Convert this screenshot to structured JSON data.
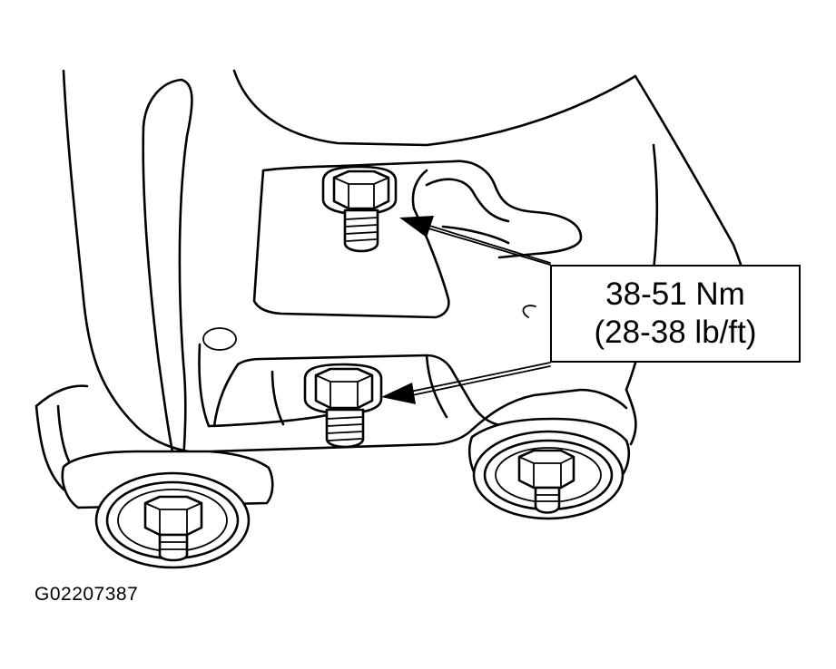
{
  "callout": {
    "torque_nm": "38-51 Nm",
    "torque_lbft": "(28-38 lb/ft)"
  },
  "figure_id": "G02207387",
  "colors": {
    "ink": "#000000",
    "background": "#ffffff"
  }
}
